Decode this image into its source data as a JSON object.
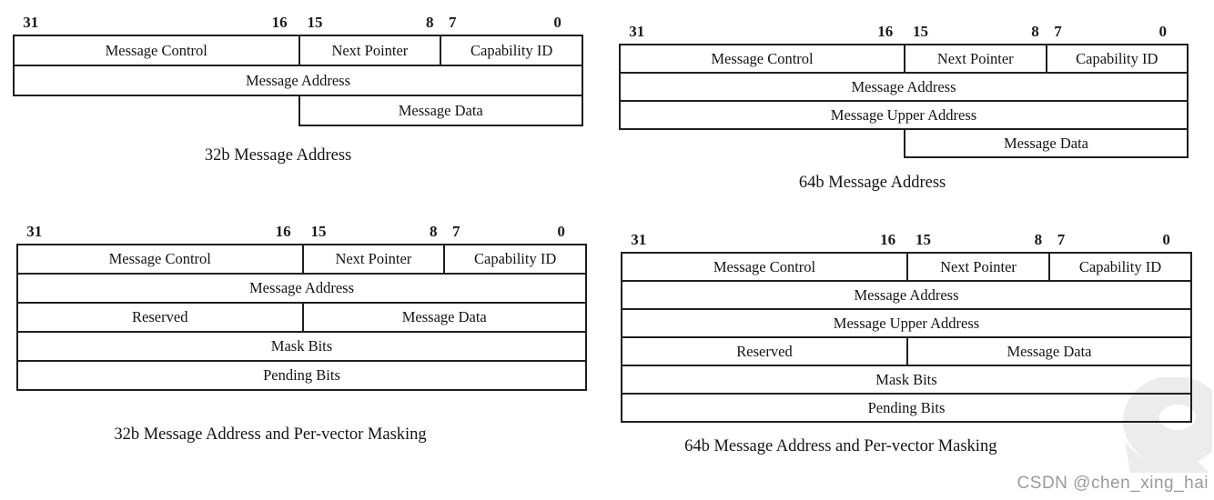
{
  "bit_labels": [
    "31",
    "16",
    "15",
    "8",
    "7",
    "0"
  ],
  "diagrams": [
    {
      "caption": "32b Message Address",
      "rows": [
        {
          "cells": [
            {
              "label": "Message Control",
              "hi": 31,
              "lo": 16
            },
            {
              "label": "Next Pointer",
              "hi": 15,
              "lo": 8
            },
            {
              "label": "Capability ID",
              "hi": 7,
              "lo": 0
            }
          ]
        },
        {
          "cells": [
            {
              "label": "Message Address",
              "hi": 31,
              "lo": 0
            }
          ]
        },
        {
          "cells": [
            {
              "label": "Message Data",
              "hi": 15,
              "lo": 0
            }
          ]
        }
      ]
    },
    {
      "caption": "64b Message Address",
      "rows": [
        {
          "cells": [
            {
              "label": "Message Control",
              "hi": 31,
              "lo": 16
            },
            {
              "label": "Next Pointer",
              "hi": 15,
              "lo": 8
            },
            {
              "label": "Capability ID",
              "hi": 7,
              "lo": 0
            }
          ]
        },
        {
          "cells": [
            {
              "label": "Message Address",
              "hi": 31,
              "lo": 0
            }
          ]
        },
        {
          "cells": [
            {
              "label": "Message Upper Address",
              "hi": 31,
              "lo": 0
            }
          ]
        },
        {
          "cells": [
            {
              "label": "Message Data",
              "hi": 15,
              "lo": 0
            }
          ]
        }
      ]
    },
    {
      "caption": "32b Message Address and Per-vector Masking",
      "rows": [
        {
          "cells": [
            {
              "label": "Message Control",
              "hi": 31,
              "lo": 16
            },
            {
              "label": "Next Pointer",
              "hi": 15,
              "lo": 8
            },
            {
              "label": "Capability ID",
              "hi": 7,
              "lo": 0
            }
          ]
        },
        {
          "cells": [
            {
              "label": "Message Address",
              "hi": 31,
              "lo": 0
            }
          ]
        },
        {
          "cells": [
            {
              "label": "Reserved",
              "hi": 31,
              "lo": 16
            },
            {
              "label": "Message Data",
              "hi": 15,
              "lo": 0
            }
          ]
        },
        {
          "cells": [
            {
              "label": "Mask Bits",
              "hi": 31,
              "lo": 0
            }
          ]
        },
        {
          "cells": [
            {
              "label": "Pending Bits",
              "hi": 31,
              "lo": 0
            }
          ]
        }
      ]
    },
    {
      "caption": "64b Message Address and Per-vector Masking",
      "rows": [
        {
          "cells": [
            {
              "label": "Message Control",
              "hi": 31,
              "lo": 16
            },
            {
              "label": "Next Pointer",
              "hi": 15,
              "lo": 8
            },
            {
              "label": "Capability ID",
              "hi": 7,
              "lo": 0
            }
          ]
        },
        {
          "cells": [
            {
              "label": "Message Address",
              "hi": 31,
              "lo": 0
            }
          ]
        },
        {
          "cells": [
            {
              "label": "Message Upper Address",
              "hi": 31,
              "lo": 0
            }
          ]
        },
        {
          "cells": [
            {
              "label": "Reserved",
              "hi": 31,
              "lo": 16
            },
            {
              "label": "Message Data",
              "hi": 15,
              "lo": 0
            }
          ]
        },
        {
          "cells": [
            {
              "label": "Mask Bits",
              "hi": 31,
              "lo": 0
            }
          ]
        },
        {
          "cells": [
            {
              "label": "Pending Bits",
              "hi": 31,
              "lo": 0
            }
          ]
        }
      ]
    }
  ],
  "watermark": {
    "text": "CSDN @chen_xing_hai",
    "text_color": "#9b9b9b",
    "blob_color": "#ececec"
  }
}
